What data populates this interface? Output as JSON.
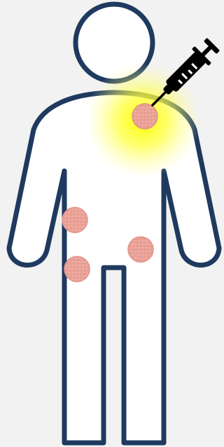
{
  "illustration": {
    "subject": "human-body-outline",
    "lesions": [
      {
        "name": "lesion-upper-chest"
      },
      {
        "name": "lesion-left-torso"
      },
      {
        "name": "lesion-right-torso"
      },
      {
        "name": "lesion-left-hip"
      }
    ],
    "injection_site": "lesion-upper-chest",
    "icon": "syringe-icon",
    "colors": {
      "background": "#f2f2f2",
      "outline": "#1f3a5f",
      "body_fill": "#ffffff",
      "lesion": "#eba49a",
      "lesion_speckle": "#d98478",
      "glow_center": "#ffff00",
      "syringe": "#000000"
    }
  }
}
